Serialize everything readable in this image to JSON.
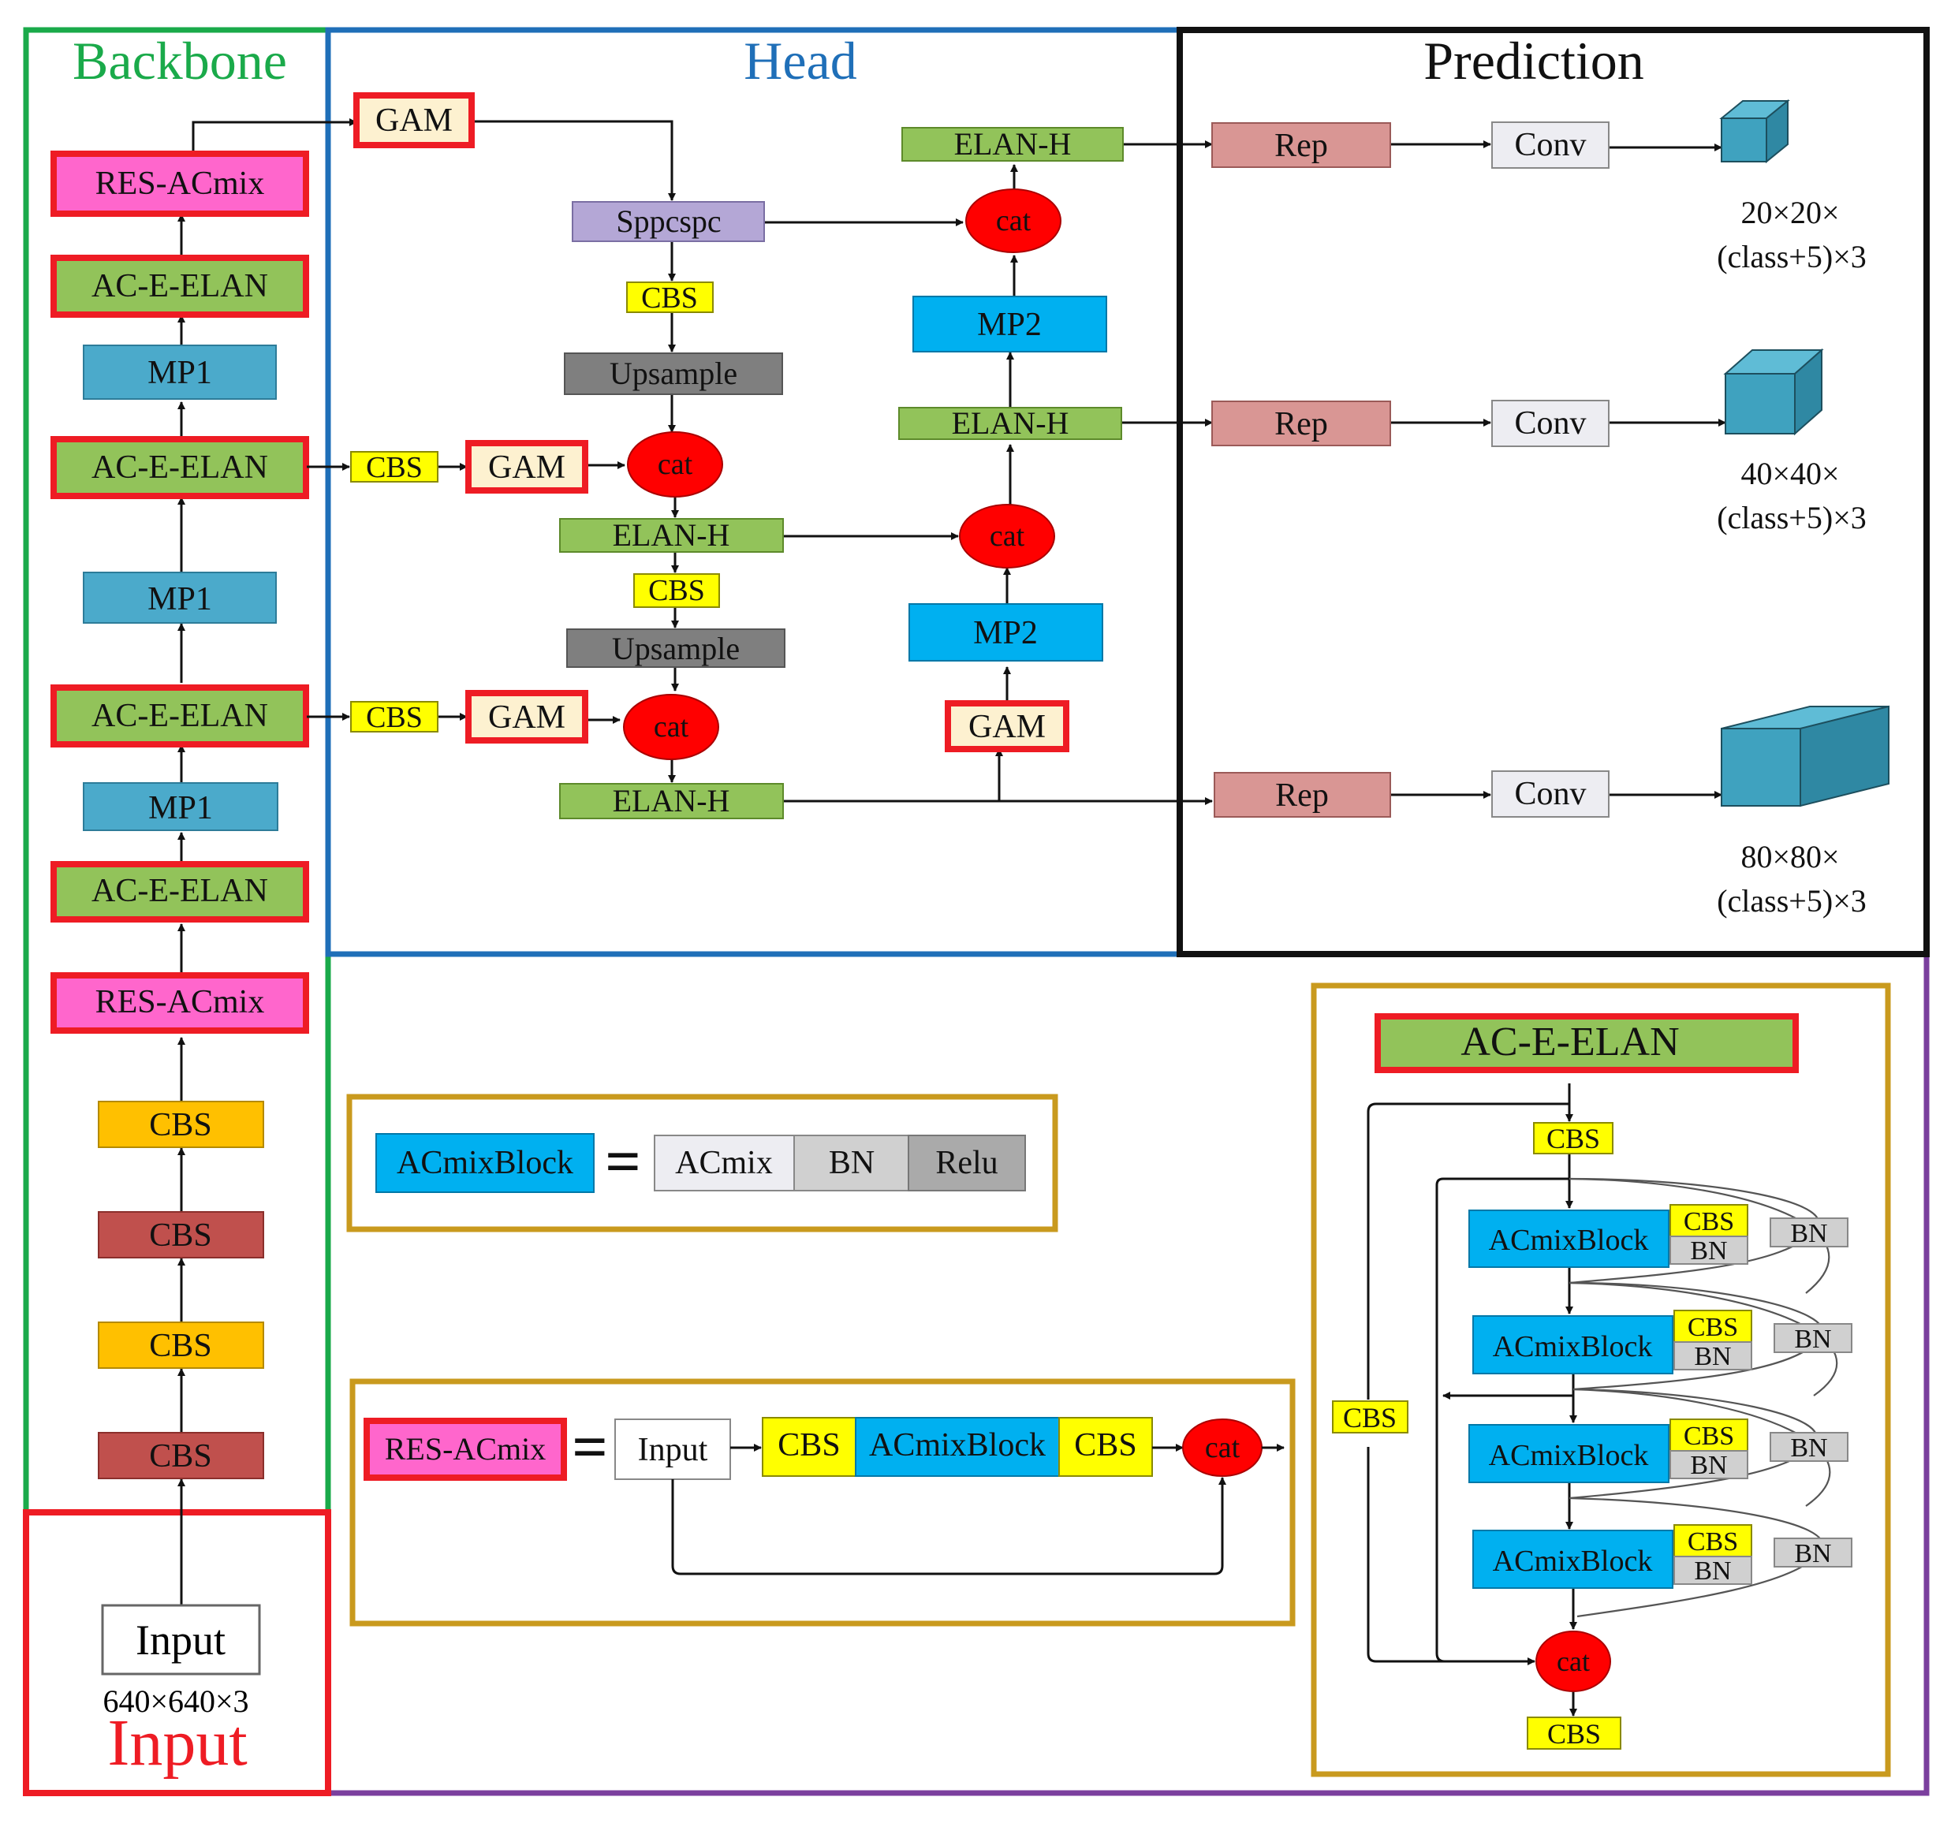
{
  "sections": {
    "backbone": "Backbone",
    "head": "Head",
    "prediction": "Prediction",
    "input": "Input"
  },
  "backbone": {
    "input_box": "Input",
    "input_size": "640×640×3",
    "cbs_1": "CBS",
    "cbs_2": "CBS",
    "cbs_3": "CBS",
    "cbs_4": "CBS",
    "res_acmix_low": "RES-ACmix",
    "ac_e_elan_1": "AC-E-ELAN",
    "mp1_1": "MP1",
    "ac_e_elan_2": "AC-E-ELAN",
    "mp1_2": "MP1",
    "ac_e_elan_3": "AC-E-ELAN",
    "mp1_3": "MP1",
    "ac_e_elan_4": "AC-E-ELAN",
    "res_acmix_top": "RES-ACmix"
  },
  "head": {
    "gam_top": "GAM",
    "sppcspc": "Sppcspc",
    "cbs_a": "CBS",
    "upsample_a": "Upsample",
    "cbs_side_1": "CBS",
    "gam_side_1": "GAM",
    "cat_a": "cat",
    "elan_h_a": "ELAN-H",
    "cbs_b": "CBS",
    "upsample_b": "Upsample",
    "cbs_side_2": "CBS",
    "gam_side_2": "GAM",
    "cat_b": "cat",
    "elan_h_b": "ELAN-H",
    "gam_right": "GAM",
    "mp2_low": "MP2",
    "cat_c": "cat",
    "elan_h_mid": "ELAN-H",
    "mp2_high": "MP2",
    "cat_d": "cat",
    "elan_h_top": "ELAN-H"
  },
  "prediction": {
    "rows": [
      {
        "rep": "Rep",
        "conv": "Conv",
        "size": "20×20×",
        "channels": "(class+5)×3"
      },
      {
        "rep": "Rep",
        "conv": "Conv",
        "size": "40×40×",
        "channels": "(class+5)×3"
      },
      {
        "rep": "Rep",
        "conv": "Conv",
        "size": "80×80×",
        "channels": "(class+5)×3"
      }
    ]
  },
  "acmix_def": {
    "block": "ACmixBlock",
    "equals": "=",
    "parts": [
      "ACmix",
      "BN",
      "Relu"
    ]
  },
  "res_acmix_def": {
    "name": "RES-ACmix",
    "equals": "=",
    "input": "Input",
    "cbs_left": "CBS",
    "block": "ACmixBlock",
    "cbs_right": "CBS",
    "cat": "cat"
  },
  "ac_e_elan_def": {
    "title": "AC-E-ELAN",
    "cbs_top": "CBS",
    "cbs_left": "CBS",
    "blocks": [
      {
        "block": "ACmixBlock",
        "cbs": "CBS",
        "bn": "BN",
        "bn_side": "BN"
      },
      {
        "block": "ACmixBlock",
        "cbs": "CBS",
        "bn": "BN",
        "bn_side": "BN"
      },
      {
        "block": "ACmixBlock",
        "cbs": "CBS",
        "bn": "BN",
        "bn_side": "BN"
      },
      {
        "block": "ACmixBlock",
        "cbs": "CBS",
        "bn": "BN",
        "bn_side": "BN"
      }
    ],
    "cat": "cat",
    "cbs_bottom": "CBS"
  },
  "colors": {
    "backbone_border": "#1aaa4a",
    "head_border": "#1f6fb8",
    "prediction_border": "#111111",
    "input_border": "#ee1c24",
    "outer_border": "#7b3f9e",
    "legend_border": "#c99a1e",
    "res_acmix": "#ff66cc",
    "elan_green": "#92c35a",
    "mp_blue": "#4baacb",
    "cbs_orange": "#ffc000",
    "cbs_brown": "#c0504d",
    "cbs_yellow": "#ffff00",
    "gam_fill": "#fdf1d0",
    "sppcspc": "#b4a7d6",
    "upsample": "#7f7f7f",
    "cat_red": "#ff0000",
    "mp2_cyan": "#00b0f0",
    "rep": "#d99694",
    "conv": "#ededf2",
    "cube": "#3fa2bf"
  }
}
